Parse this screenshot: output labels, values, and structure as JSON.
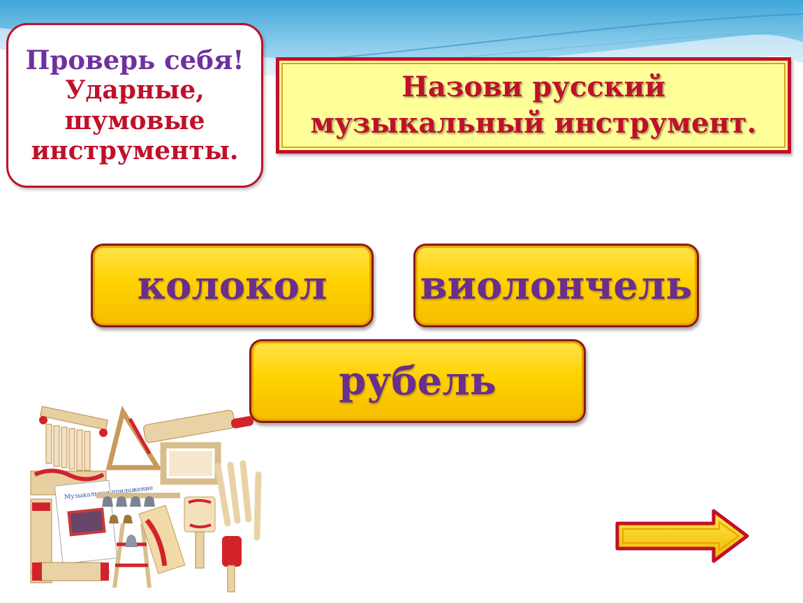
{
  "check_box": {
    "title": "Проверь себя!",
    "subtitle": "Ударные,\nшумовые\nинструменты."
  },
  "question": {
    "text": "Назови  русский\nмузыкальный инструмент."
  },
  "answers": [
    {
      "label": "колокол"
    },
    {
      "label": "виолончель"
    },
    {
      "label": "рубель"
    }
  ],
  "booklet": {
    "title": "Музыкальное приложение"
  },
  "colors": {
    "accent_red": "#c0102a",
    "title_purple": "#7030a0",
    "answer_text": "#6a2e8e",
    "button_yellow": "#ffd200",
    "question_bg": "#ffff99"
  },
  "icons": {
    "next": "right-arrow-icon",
    "picture": "instruments-image"
  }
}
